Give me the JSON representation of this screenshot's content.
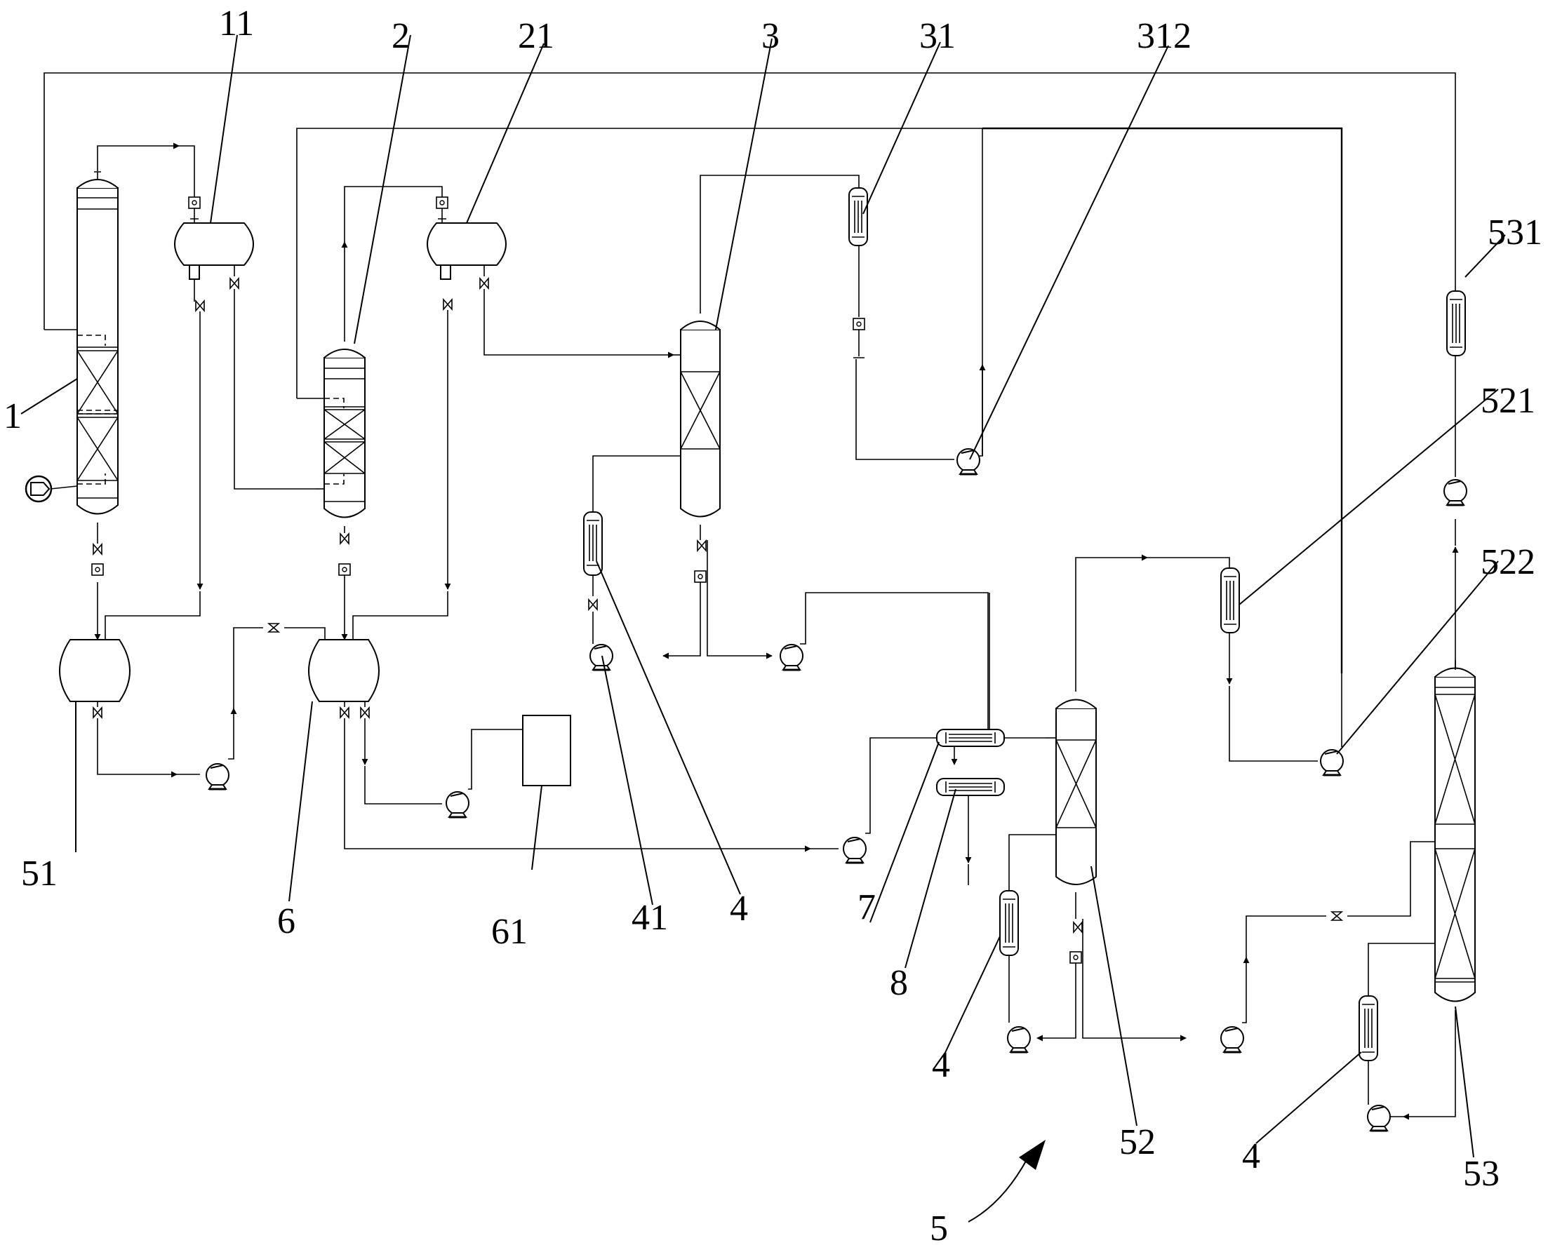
{
  "labels": {
    "l1": "1",
    "l11": "11",
    "l2": "2",
    "l21": "21",
    "l3": "3",
    "l31": "31",
    "l312": "312",
    "l531": "531",
    "l521": "521",
    "l522": "522",
    "l51": "51",
    "l6": "6",
    "l61": "61",
    "l41": "41",
    "l4a": "4",
    "l7": "7",
    "l8": "8",
    "l4b": "4",
    "l52": "52",
    "l4c": "4",
    "l53": "53",
    "l5": "5"
  },
  "colors": {
    "line": "#000000",
    "background": "#ffffff"
  }
}
